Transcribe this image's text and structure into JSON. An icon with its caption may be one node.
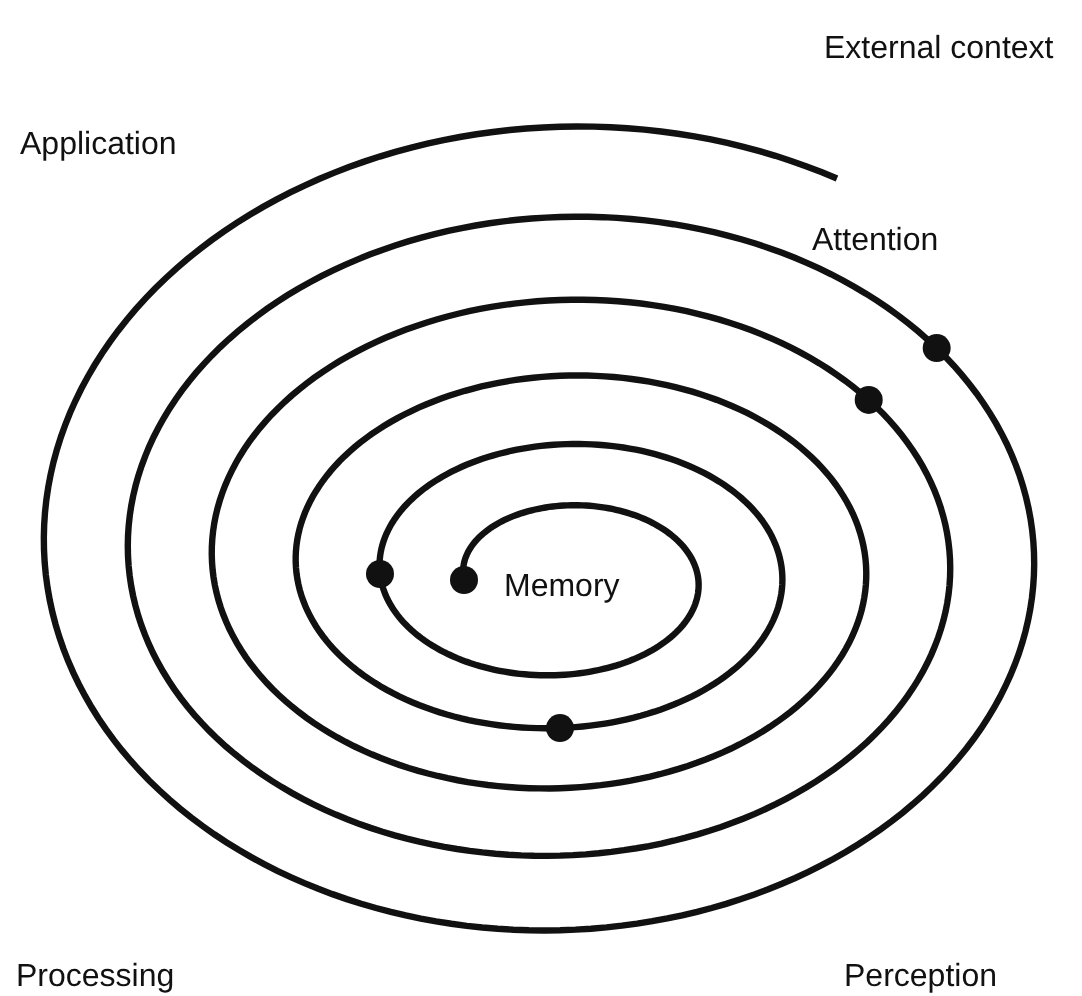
{
  "diagram": {
    "labels": [
      "External context",
      "Application",
      "Attention",
      "Memory",
      "Processing",
      "Perception"
    ]
  }
}
